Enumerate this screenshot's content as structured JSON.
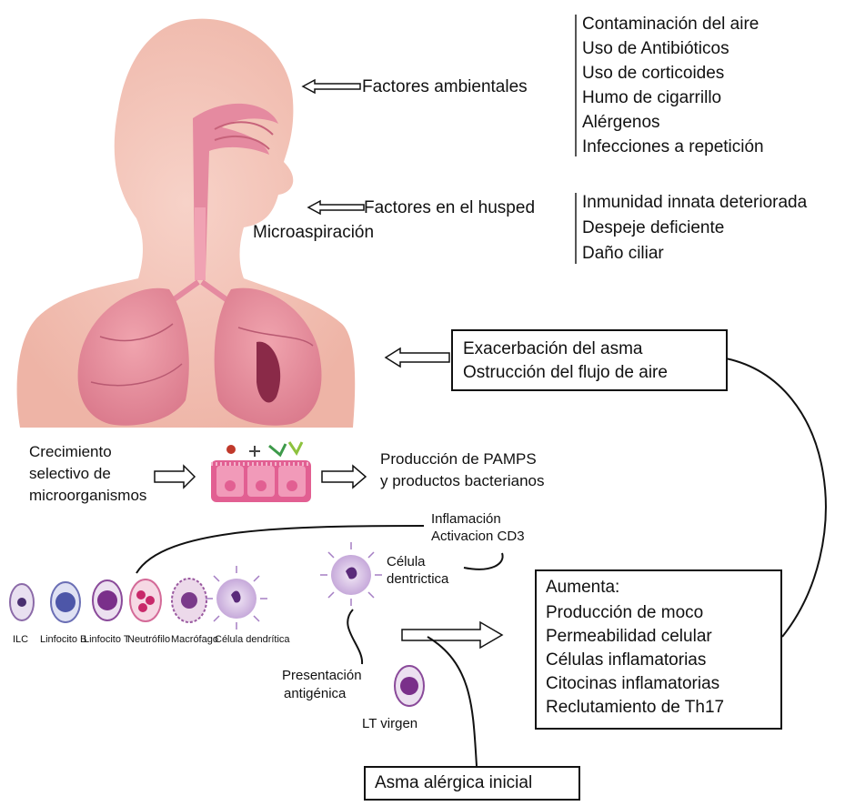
{
  "environmental": {
    "label": "Factores ambientales",
    "items": [
      "Contaminación del aire",
      "Uso de Antibióticos",
      "Uso de corticoides",
      "Humo de cigarrillo",
      "Alérgenos",
      "Infecciones a repetición"
    ]
  },
  "host": {
    "label": "Factores en el husped",
    "items": [
      "Inmunidad innata deteriorada",
      "Despeje deficiente",
      "Daño ciliar"
    ]
  },
  "microaspiration": "Microaspiración",
  "exacerbation": {
    "lines": [
      "Exacerbación del asma",
      "Ostrucción del flujo de aire"
    ]
  },
  "growth": {
    "lines": [
      "Crecimiento",
      "selectivo de",
      "microorganismos"
    ]
  },
  "pamps": {
    "lines": [
      "Producción de PAMPS",
      "y productos bacterianos"
    ]
  },
  "inflammation": {
    "lines": [
      "Inflamación",
      "Activacion CD3"
    ]
  },
  "dendritic": {
    "lines": [
      "Célula",
      "dentrictica"
    ]
  },
  "cells": [
    "ILC",
    "Linfocito B",
    "Linfocito T",
    "Neutrófilo",
    "Macrófago",
    "Célula dendrítica"
  ],
  "increases": {
    "title": "Aumenta:",
    "items": [
      "Producción de moco",
      "Permeabilidad celular",
      "Células inflamatorias",
      "Citocinas inflamatorias",
      "Reclutamiento de Th17"
    ]
  },
  "antigen": {
    "lines": [
      "Presentación",
      "antigénica"
    ]
  },
  "naive": "LT virgen",
  "initial": "Asma alérgica inicial",
  "colors": {
    "skin": "#f3c3b7",
    "organ": "#e4899a",
    "cell_purple": "#7a4a9a",
    "cell_ring": "#b89ad0"
  }
}
